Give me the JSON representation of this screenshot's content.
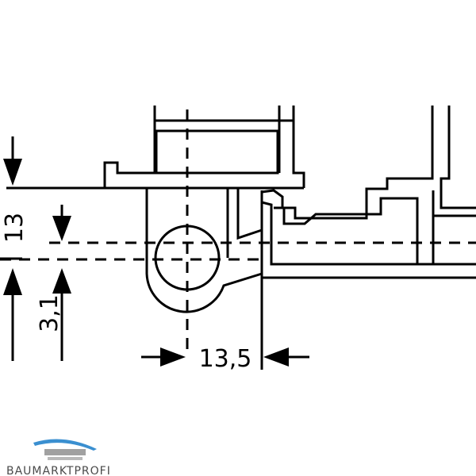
{
  "dimensions": {
    "vertical_large": "13",
    "vertical_small": "3,1",
    "horizontal": "13,5"
  },
  "watermark": {
    "brand": "BAUMARKTPROFI"
  },
  "colors": {
    "line": "#000000",
    "background": "#ffffff",
    "logo_blue": "#3a8fd0",
    "logo_gray": "#8a8a8a"
  }
}
